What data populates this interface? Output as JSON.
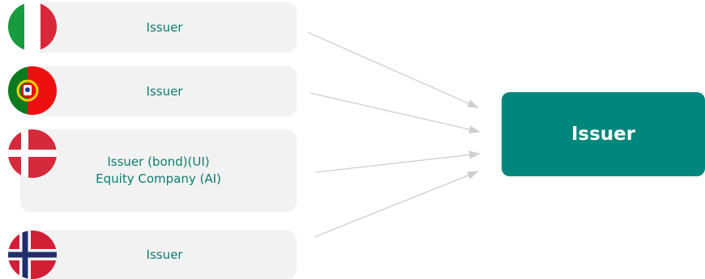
{
  "sources": [
    {
      "label": "Issuer",
      "flag": "italy-flag-icon"
    },
    {
      "label": "Issuer",
      "flag": "portugal-flag-icon"
    },
    {
      "label": "Issuer (bond)(UI)\nEquity Company (AI)",
      "flag": "denmark-flag-icon"
    },
    {
      "label": "Issuer",
      "flag": "norway-flag-icon"
    }
  ],
  "target": {
    "label": "Issuer"
  },
  "colors": {
    "box_bg": "#f2f2f2",
    "text": "#0d7c6e",
    "target_bg": "#00867a",
    "target_text": "#ffffff",
    "arrow": "#cfcfcf"
  }
}
